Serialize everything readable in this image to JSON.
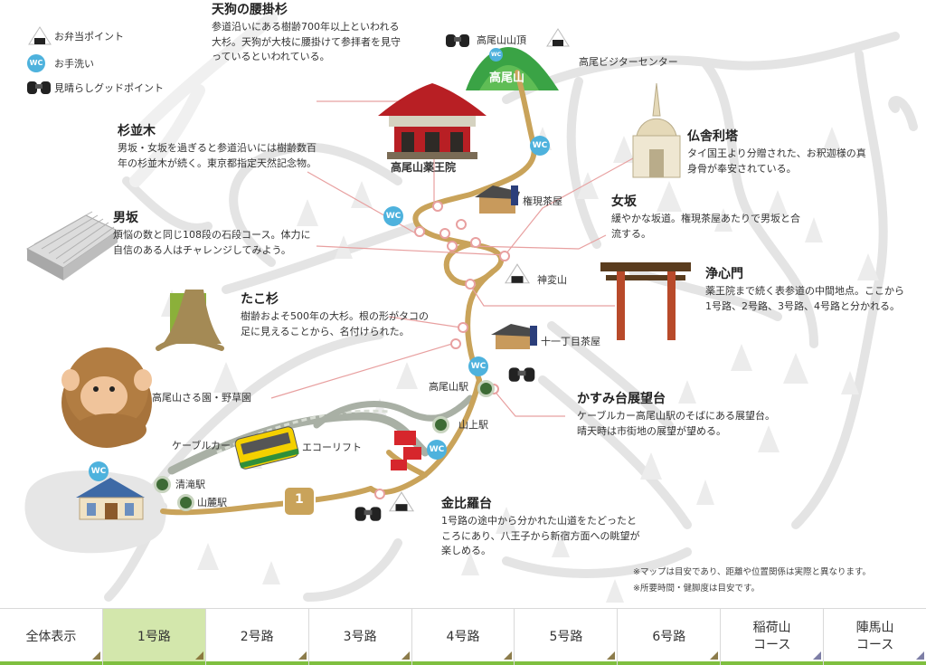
{
  "legend": [
    {
      "icon": "onigiri-icon",
      "label": "お弁当ポイント"
    },
    {
      "icon": "wc-icon",
      "label": "お手洗い"
    },
    {
      "icon": "binoculars-icon",
      "label": "見晴らしグッドポイント"
    }
  ],
  "places": {
    "takao_summit": "高尾山山頂",
    "takao_mountain": "高尾山",
    "visitor_center": "高尾ビジターセンター",
    "yakuoin": "高尾山薬王院",
    "gongen_chaya": "権現茶屋",
    "shinpen_zan": "神変山",
    "juichome_chaya": "十一丁目茶屋",
    "saru_en": "高尾山さる園・野草園",
    "cable_car": "ケーブルカー",
    "eco_lift": "エコーリフト"
  },
  "stations": {
    "takaosan": "高尾山駅",
    "sanjo": "山上駅",
    "kiyotaki": "清滝駅",
    "sanroku": "山麓駅"
  },
  "wc_label": "WC",
  "route_number": "1",
  "spots": {
    "tengu": {
      "title": "天狗の腰掛杉",
      "desc": "参道沿いにある樹齢700年以上といわれる大杉。天狗が大枝に腰掛けて参拝者を見守っているといわれている。"
    },
    "suginamiki": {
      "title": "杉並木",
      "desc": "男坂・女坂を過ぎると参道沿いには樹齢数百年の杉並木が続く。東京都指定天然記念物。"
    },
    "otokozaka": {
      "title": "男坂",
      "desc": "煩悩の数と同じ108段の石段コース。体力に自信のある人はチャレンジしてみよう。"
    },
    "takosugi": {
      "title": "たこ杉",
      "desc": "樹齢およそ500年の大杉。根の形がタコの足に見えることから、名付けられた。"
    },
    "busshari": {
      "title": "仏舎利塔",
      "desc": "タイ国王より分贈された、お釈迦様の真身骨が奉安されている。"
    },
    "onnazaka": {
      "title": "女坂",
      "desc": "緩やかな坂道。権現茶屋あたりで男坂と合流する。"
    },
    "joshinmon": {
      "title": "浄心門",
      "desc": "薬王院まで続く表参道の中間地点。ここから1号路、2号路、3号路、4号路と分かれる。"
    },
    "kasumidai": {
      "title": "かすみ台展望台",
      "desc": "ケーブルカー高尾山駅のそばにある展望台。晴天時は市街地の展望が望める。"
    },
    "kompira": {
      "title": "金比羅台",
      "desc": "1号路の途中から分かれた山道をたどったところにあり、八王子から新宿方面への眺望が楽しめる。"
    }
  },
  "notes": [
    "※マップは目安であり、距離や位置関係は実際と異なります。",
    "※所要時間・健脚度は目安です。"
  ],
  "tabs": [
    {
      "label": "全体表示",
      "active": false
    },
    {
      "label": "1号路",
      "active": true
    },
    {
      "label": "2号路",
      "active": false
    },
    {
      "label": "3号路",
      "active": false
    },
    {
      "label": "4号路",
      "active": false
    },
    {
      "label": "5号路",
      "active": false
    },
    {
      "label": "6号路",
      "active": false
    },
    {
      "label": "稲荷山\nコース",
      "active": false
    },
    {
      "label": "陣馬山\nコース",
      "active": false
    }
  ],
  "colors": {
    "route": "#c9a35a",
    "active_tab": "#d3e7ac",
    "wc": "#4eb2dd",
    "station": "#3d6b35",
    "leader_line": "#e8a0a0"
  }
}
